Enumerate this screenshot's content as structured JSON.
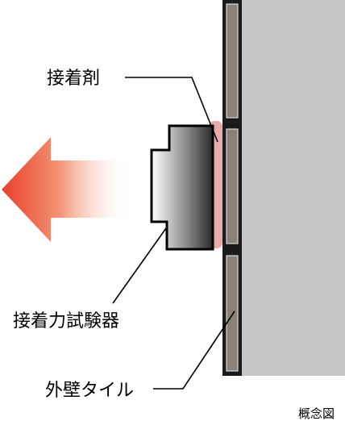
{
  "labels": {
    "adhesive": "接着剤",
    "tester": "接着力試験器",
    "tile": "外壁タイル",
    "caption": "概念図"
  },
  "colors": {
    "wall": "#c6c6c6",
    "tile_fill": "#8a8279",
    "tile_border": "#1a1a1a",
    "adhesive": "#e59c9a",
    "arrow": "#e8402c"
  }
}
